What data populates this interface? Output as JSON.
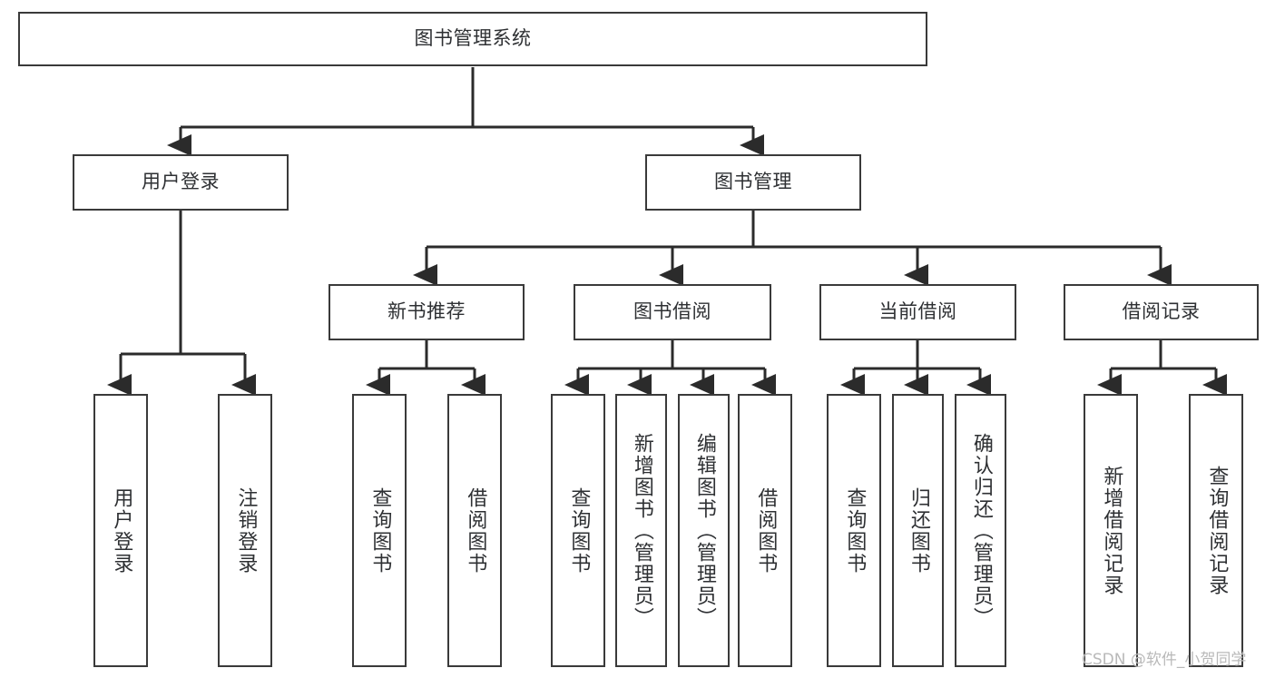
{
  "diagram": {
    "type": "tree-hierarchy",
    "title": "图书管理系统",
    "orientation": "top-down",
    "colors": {
      "background": "#ffffff",
      "box_border": "#3a3a3a",
      "box_fill": "#ffffff",
      "text": "#2e3033",
      "edge": "#2b2b2b",
      "watermark": "#b9b9b9"
    },
    "watermark": "CSDN @软件_小贺同学",
    "levels": {
      "root": {
        "label": "图书管理系统"
      },
      "level2": [
        {
          "label": "用户登录"
        },
        {
          "label": "图书管理"
        }
      ],
      "level3": [
        {
          "label": "新书推荐",
          "parent": "图书管理"
        },
        {
          "label": "图书借阅",
          "parent": "图书管理"
        },
        {
          "label": "当前借阅",
          "parent": "图书管理"
        },
        {
          "label": "借阅记录",
          "parent": "图书管理"
        }
      ],
      "leaves": {
        "user_login": [
          {
            "label": "用户登录"
          },
          {
            "label": "注销登录"
          }
        ],
        "new_book_recommend": [
          {
            "label": "查询图书"
          },
          {
            "label": "借阅图书"
          }
        ],
        "book_borrow": [
          {
            "label": "查询图书"
          },
          {
            "label": "新增图书（管理员）"
          },
          {
            "label": "编辑图书（管理员）"
          },
          {
            "label": "借阅图书"
          }
        ],
        "current_borrow": [
          {
            "label": "查询图书"
          },
          {
            "label": "归还图书"
          },
          {
            "label": "确认归还（管理员）"
          }
        ],
        "borrow_record": [
          {
            "label": "新增借阅记录"
          },
          {
            "label": "查询借阅记录"
          }
        ]
      }
    }
  }
}
